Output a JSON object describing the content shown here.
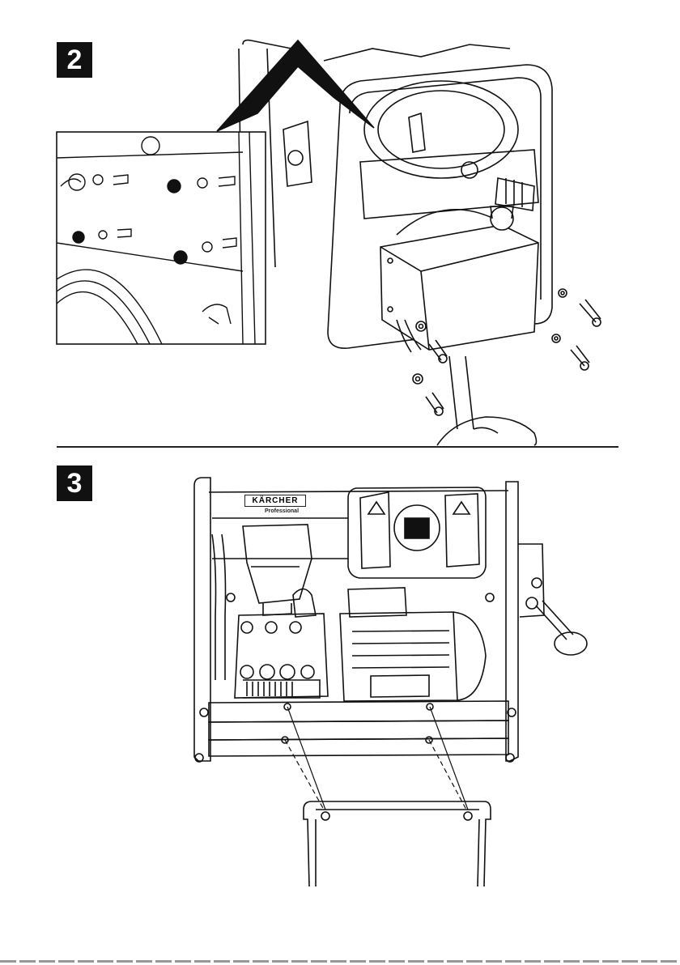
{
  "steps": [
    {
      "number": "2"
    },
    {
      "number": "3"
    }
  ],
  "brand": {
    "logo": "KÄRCHER",
    "sub": "Professional"
  },
  "colors": {
    "ink": "#111111",
    "paper": "#ffffff"
  }
}
